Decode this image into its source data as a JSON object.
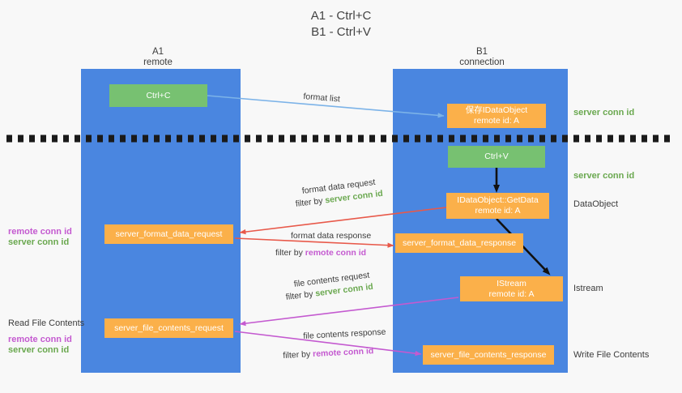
{
  "title": {
    "line1": "A1 - Ctrl+C",
    "line2": "B1 - Ctrl+V"
  },
  "columns": [
    {
      "name": "A1",
      "sub": "remote"
    },
    {
      "name": "B1",
      "sub": "connection"
    }
  ],
  "nodes": {
    "ctrl_c": {
      "label": "Ctrl+C",
      "color": "#77c171"
    },
    "save_idataobject": {
      "line1": "保存IDataObject",
      "line2": "remote id: A",
      "color": "#fbb04a"
    },
    "ctrl_v": {
      "label": "Ctrl+V",
      "color": "#77c171"
    },
    "getdata": {
      "line1": "IDataObject::GetData",
      "line2": "remote id: A",
      "color": "#fbb04a"
    },
    "server_format_data_request": {
      "label": "server_format_data_request",
      "color": "#fbb04a"
    },
    "server_format_data_response": {
      "label": "server_format_data_response",
      "color": "#fbb04a"
    },
    "istream": {
      "line1": "IStream",
      "line2": "remote id: A",
      "color": "#fbb04a"
    },
    "server_file_contents_request": {
      "label": "server_file_contents_request",
      "color": "#fbb04a"
    },
    "server_file_contents_response": {
      "label": "server_file_contents_response",
      "color": "#fbb04a"
    }
  },
  "right_labels": {
    "server_conn_id_1": "server conn id",
    "server_conn_id_2": "server conn id",
    "dataobject": "DataObject",
    "istream": "Istream",
    "write_file_contents": "Write File Contents"
  },
  "left_labels": {
    "remote_conn_id_1": "remote conn id",
    "server_conn_id_1": "server conn id",
    "read_file_contents": "Read File Contents",
    "remote_conn_id_2": "remote conn id",
    "server_conn_id_2": "server conn id"
  },
  "edges": {
    "format_list": "format list",
    "format_data_request": "format data request",
    "format_data_request_filter_prefix": "filter by ",
    "format_data_request_filter_kw": "server conn id",
    "format_data_response": "format data response",
    "format_data_response_filter_prefix": "filter by ",
    "format_data_response_filter_kw": "remote conn id",
    "file_contents_request": "file contents request",
    "file_contents_request_filter_prefix": "filter by ",
    "file_contents_request_filter_kw": "server conn id",
    "file_contents_response": "file contents response",
    "file_contents_response_filter_prefix": "filter by ",
    "file_contents_response_filter_kw": "remote conn id"
  },
  "colors": {
    "lane": "#4a86e0",
    "green_box": "#77c171",
    "orange_box": "#fbb04a",
    "green_text": "#6aa84f",
    "magenta_text": "#c45ad0",
    "blue_arrow": "#7cb3e8",
    "red_arrow": "#e8594a",
    "magenta_arrow": "#c45ad0",
    "black_arrow": "#000000",
    "background": "#f8f8f8"
  }
}
